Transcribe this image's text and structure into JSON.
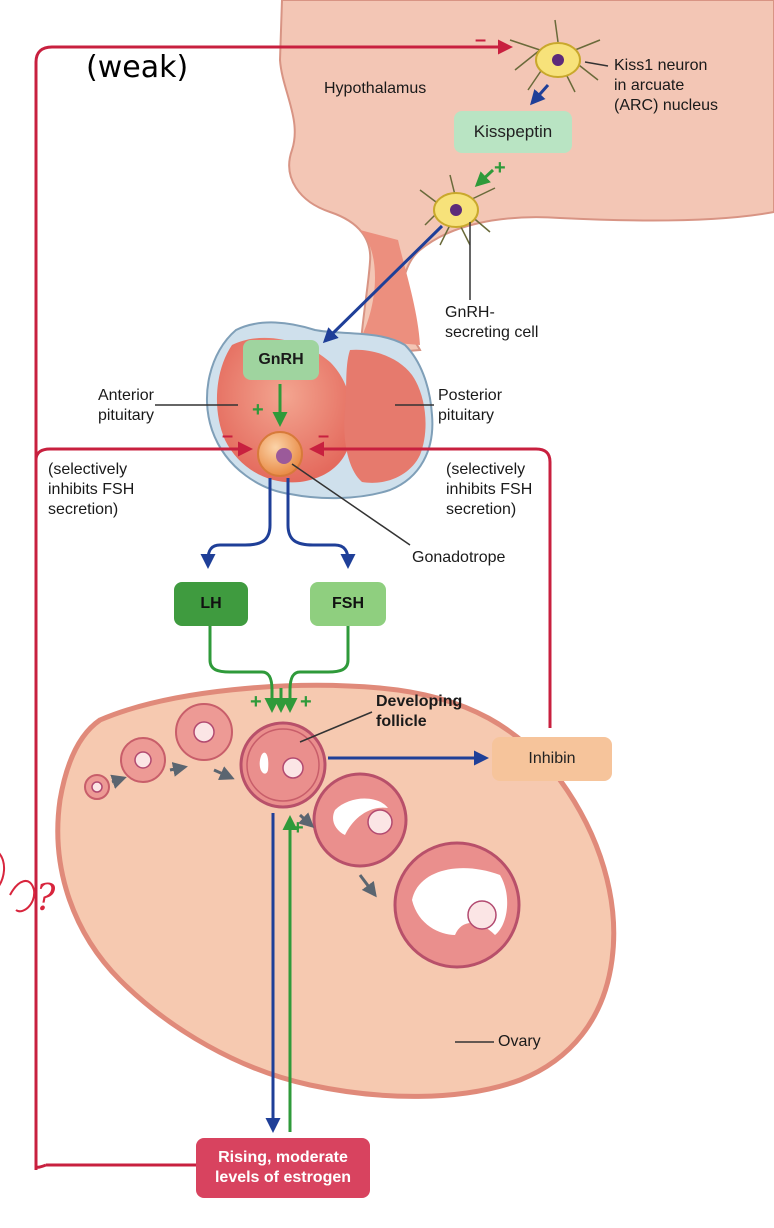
{
  "labels": {
    "weak": "(weak)",
    "hypothalamus": "Hypothalamus",
    "kiss1_line1": "Kiss1 neuron",
    "kiss1_line2": "in arcuate",
    "kiss1_line3": "(ARC) nucleus",
    "kisspeptin": "Kisspeptin",
    "gnrh_cell_line1": "GnRH-",
    "gnrh_cell_line2": "secreting cell",
    "gnrh": "GnRH",
    "anterior_line1": "Anterior",
    "anterior_line2": "pituitary",
    "posterior_line1": "Posterior",
    "posterior_line2": "pituitary",
    "left_inhib_line1": "(selectively",
    "left_inhib_line2": "inhibits FSH",
    "left_inhib_line3": "secretion)",
    "right_inhib_line1": "(selectively",
    "right_inhib_line2": "inhibits FSH",
    "right_inhib_line3": "secretion)",
    "gonadotrope": "Gonadotrope",
    "lh": "LH",
    "fsh": "FSH",
    "developing_line1": "Developing",
    "developing_line2": "follicle",
    "inhibin": "Inhibin",
    "ovary": "Ovary",
    "estrogen_line1": "Rising, moderate",
    "estrogen_line2": "levels of estrogen",
    "handwritten": "?"
  },
  "signs": {
    "plus": "+",
    "minus": "–"
  },
  "colors": {
    "feedback_red": "#c8203f",
    "stimulate_green": "#2f9a3a",
    "pathway_blue": "#1f3f98",
    "kisspeptin_box": "#b9e4c3",
    "gnrh_box": "#9fd49f",
    "lh_box": "#3f9b3f",
    "fsh_box": "#8fcf7f",
    "inhibin_box": "#f6c49b",
    "estrogen_box": "#d8435f",
    "tissue": "#f1a092",
    "ovary": "#f6c9b0"
  }
}
